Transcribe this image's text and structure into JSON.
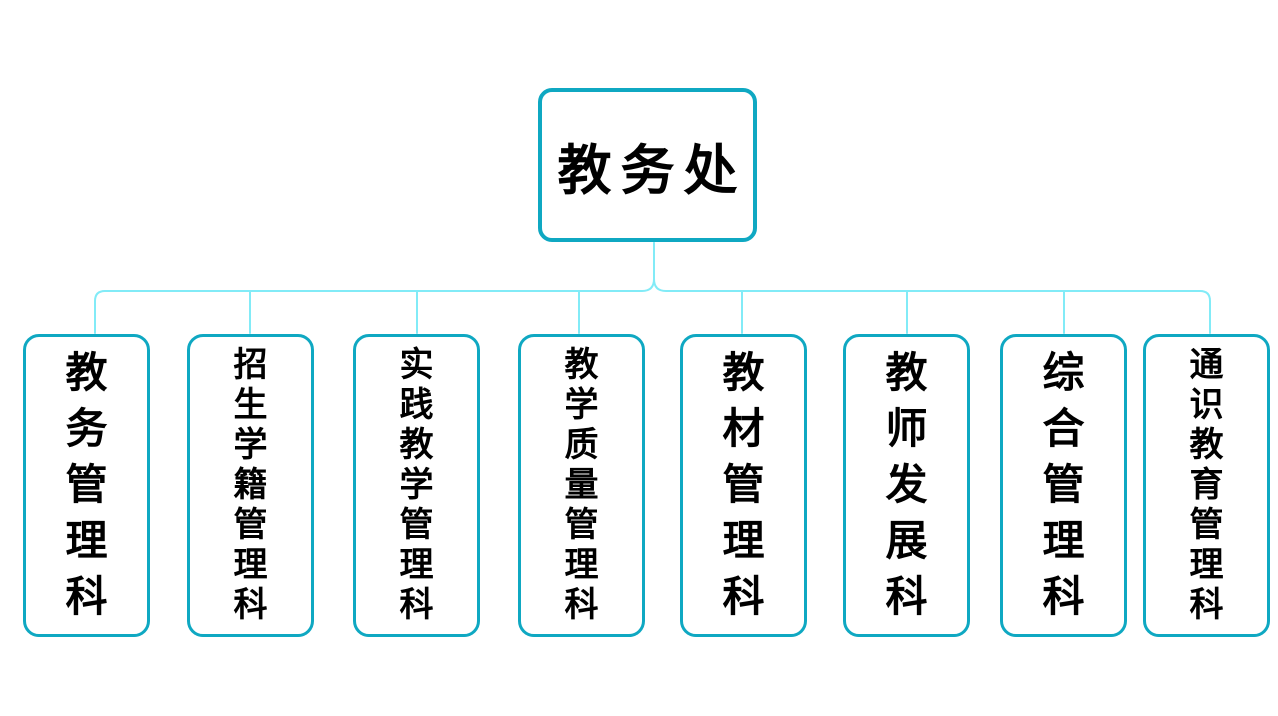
{
  "diagram": {
    "type": "org-chart",
    "root": {
      "label": "教务处"
    },
    "departments": [
      {
        "label": "教务管理科"
      },
      {
        "label": "招生学籍管理科"
      },
      {
        "label": "实践教学管理科"
      },
      {
        "label": "教学质量管理科"
      },
      {
        "label": "教材管理科"
      },
      {
        "label": "教师发展科"
      },
      {
        "label": "综合管理科"
      },
      {
        "label": "通识教育管理科"
      }
    ]
  },
  "colors": {
    "box_border": "#0FA8C2",
    "connector": "#82EBF7",
    "text": "#000000",
    "background": "#FFFFFF"
  }
}
